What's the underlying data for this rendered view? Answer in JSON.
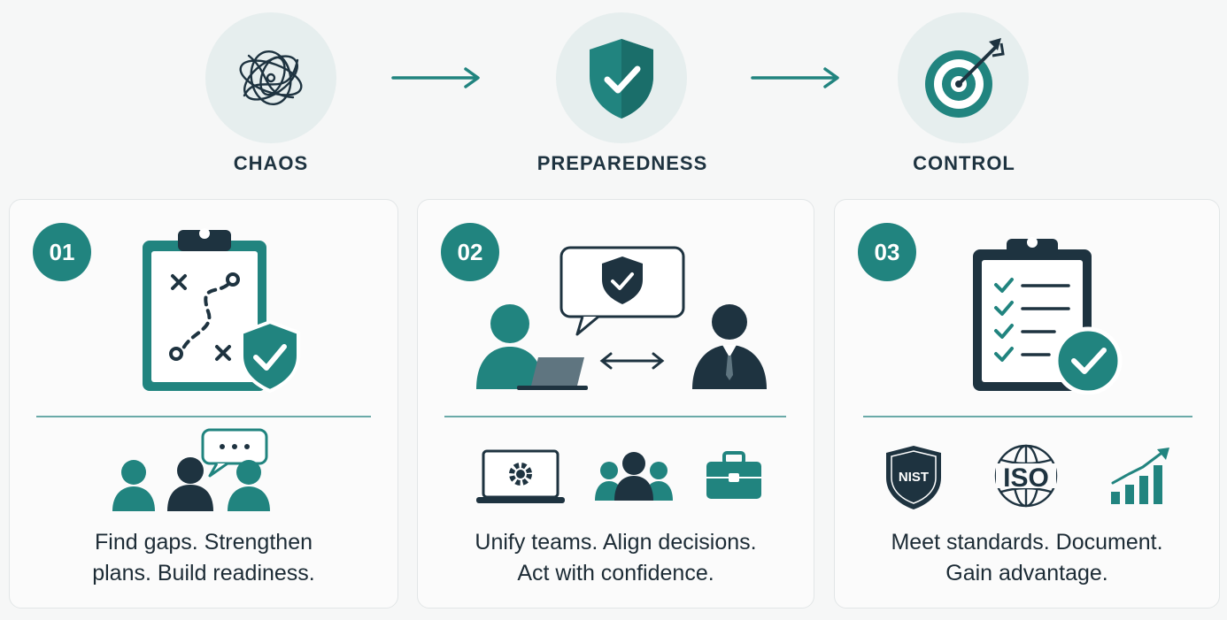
{
  "stages": [
    {
      "label": "CHAOS"
    },
    {
      "label": "PREPAREDNESS"
    },
    {
      "label": "CONTROL"
    }
  ],
  "cards": [
    {
      "number": "01",
      "text_line1": "Find gaps. Strengthen",
      "text_line2": "plans. Build readiness."
    },
    {
      "number": "02",
      "text_line1": "Unify teams. Align decisions.",
      "text_line2": "Act with confidence."
    },
    {
      "number": "03",
      "text_line1": "Meet standards. Document.",
      "text_line2": "Gain advantage."
    }
  ],
  "badges": {
    "nist": "NIST",
    "iso": "ISO"
  },
  "colors": {
    "teal": "#21847f",
    "navy": "#1e3340",
    "light_circle": "#e6eeee",
    "divider": "#6aaaa8"
  }
}
